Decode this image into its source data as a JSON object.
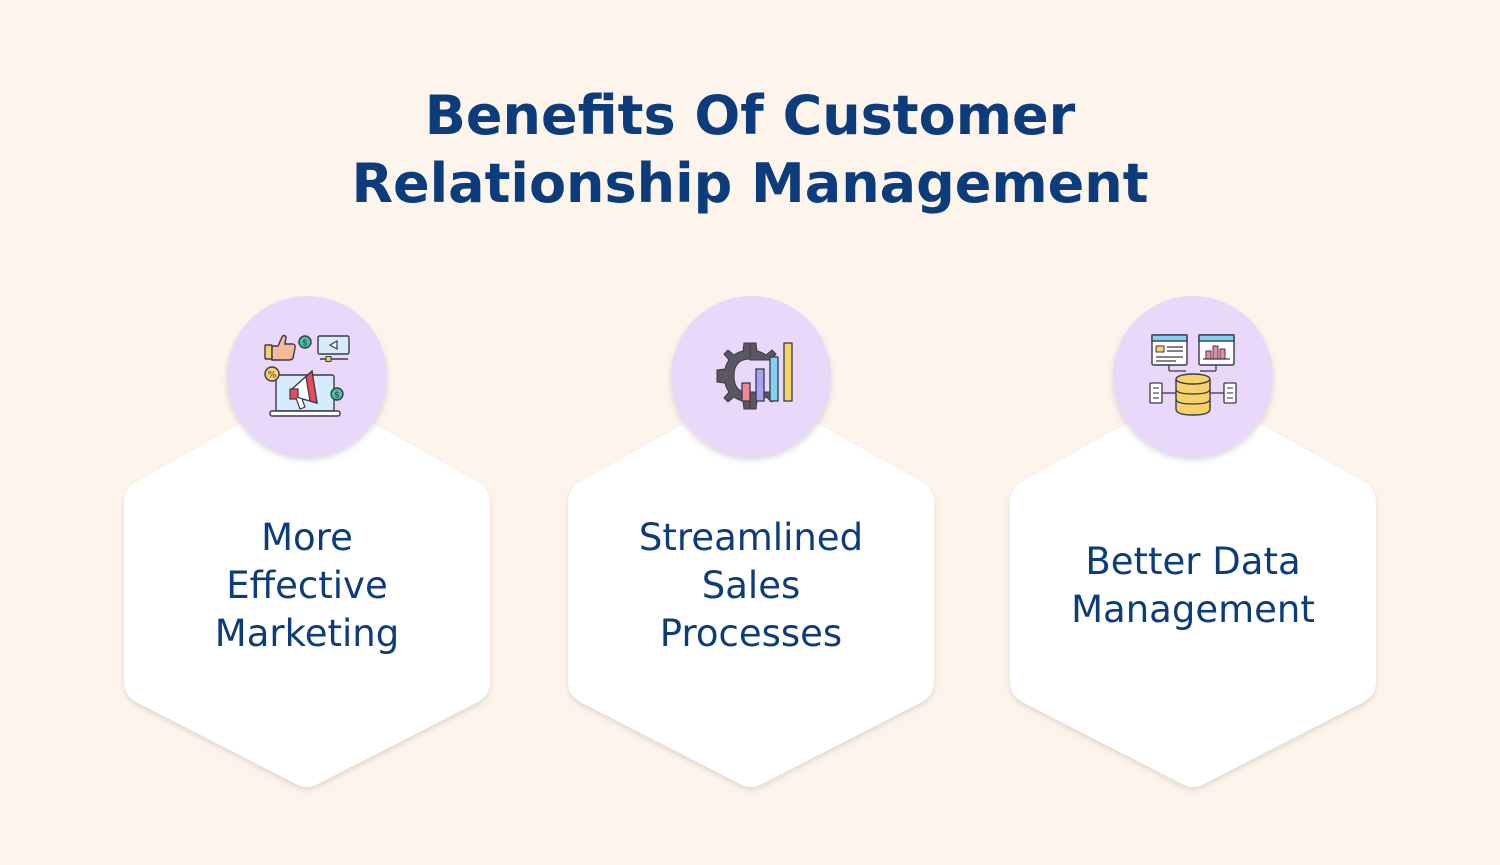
{
  "title": {
    "line1": "Benefits Of Customer",
    "line2": "Relationship Management"
  },
  "cards": [
    {
      "icon": "marketing-icon",
      "lines": [
        "More",
        "Effective",
        "Marketing"
      ]
    },
    {
      "icon": "sales-process-icon",
      "lines": [
        "Streamlined",
        "Sales",
        "Processes"
      ]
    },
    {
      "icon": "data-management-icon",
      "lines": [
        "Better Data",
        "Management"
      ]
    }
  ],
  "colors": {
    "background": "#fdf5ec",
    "title": "#0d3c7c",
    "circle": "#ead8fb",
    "card": "#ffffff"
  }
}
